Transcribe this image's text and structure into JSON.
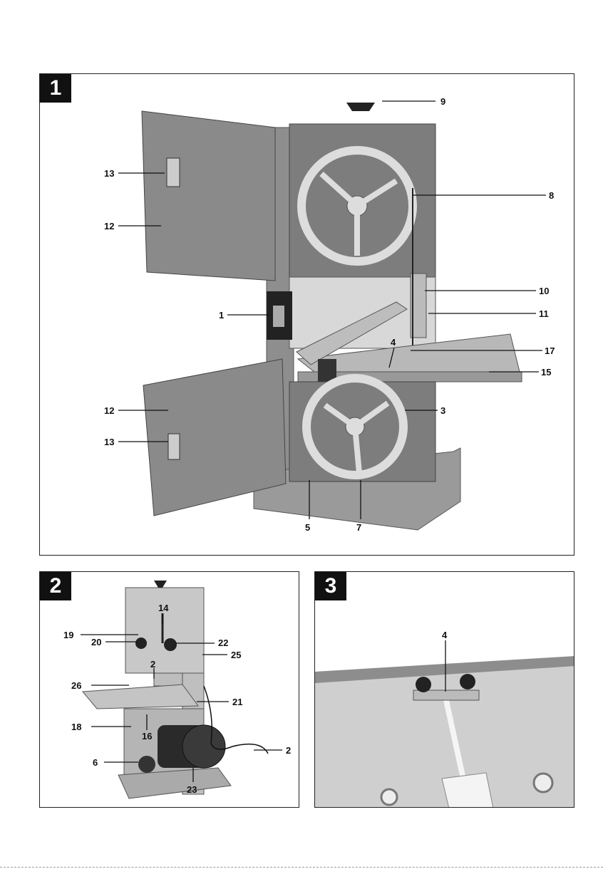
{
  "figure1": {
    "panel_number": "1",
    "callouts": [
      "9",
      "13",
      "8",
      "12",
      "10",
      "1",
      "11",
      "4",
      "17",
      "15",
      "12",
      "3",
      "13",
      "5",
      "7"
    ]
  },
  "figure2": {
    "panel_number": "2",
    "callouts": [
      "14",
      "19",
      "22",
      "20",
      "25",
      "2",
      "26",
      "21",
      "18",
      "16",
      "2",
      "6",
      "23"
    ]
  },
  "figure3": {
    "panel_number": "3",
    "callouts": [
      "4"
    ]
  }
}
